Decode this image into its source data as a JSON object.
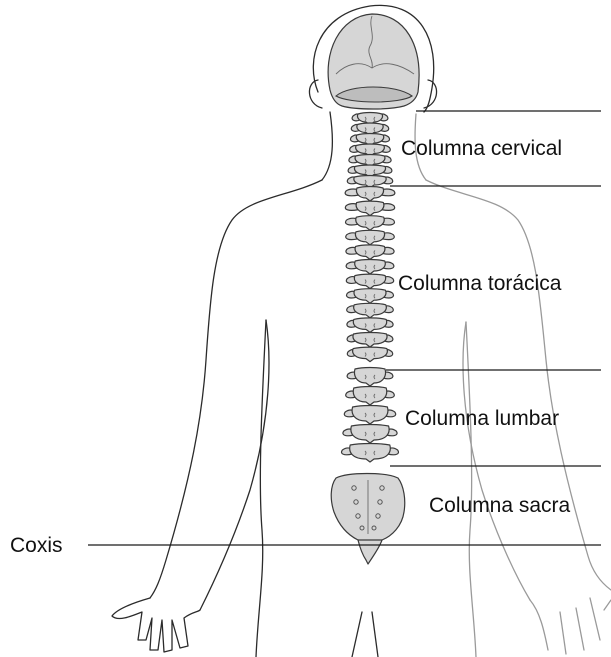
{
  "labels": {
    "cervical": "Columna cervical",
    "thoracic": "Columna torácica",
    "lumbar": "Columna lumbar",
    "sacral": "Columna sacra",
    "coccyx": "Coxis"
  },
  "colors": {
    "bone_fill": "#d6d6d6",
    "outline": "#2b2b2b",
    "outline_light": "#9a9a9a"
  }
}
